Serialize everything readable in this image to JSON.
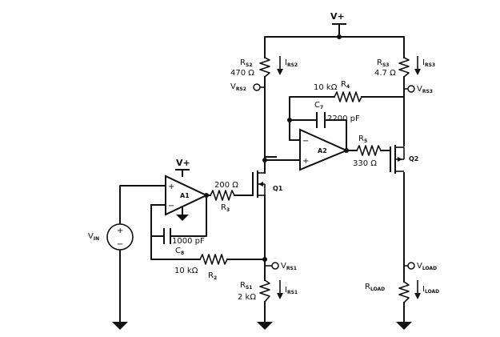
{
  "supply": {
    "main": "V+",
    "a1": "V+"
  },
  "components": {
    "rs2": {
      "ref": "R",
      "sub": "S2",
      "value": "470 Ω",
      "current": "I",
      "current_sub": "RS2",
      "node": "V",
      "node_sub": "RS2"
    },
    "rs3": {
      "ref": "R",
      "sub": "S3",
      "value": "4.7 Ω",
      "current": "I",
      "current_sub": "RS3",
      "node": "V",
      "node_sub": "RS3"
    },
    "r4": {
      "value": "10 kΩ",
      "ref": "R",
      "sub": "4"
    },
    "c7": {
      "ref": "C",
      "sub": "7",
      "value": "2200 pF"
    },
    "a2": {
      "ref": "A2"
    },
    "r5": {
      "ref": "R",
      "sub": "5",
      "value": "330 Ω"
    },
    "q2": {
      "ref": "Q2"
    },
    "q1": {
      "ref": "Q1"
    },
    "r3": {
      "value": "200 Ω",
      "ref": "R",
      "sub": "3"
    },
    "a1": {
      "ref": "A1"
    },
    "c8": {
      "value": "1000 pF",
      "ref": "C",
      "sub": "8"
    },
    "vin": {
      "ref": "V",
      "sub": "IN"
    },
    "r2": {
      "value": "10 kΩ",
      "ref": "R",
      "sub": "2"
    },
    "vrs1": {
      "node": "V",
      "node_sub": "RS1"
    },
    "rs1": {
      "ref": "R",
      "sub": "S1",
      "value": "2 kΩ",
      "current": "I",
      "current_sub": "RS1"
    },
    "vload": {
      "node": "V",
      "node_sub": "LOAD"
    },
    "rload": {
      "ref": "R",
      "sub": "LOAD",
      "current": "I",
      "current_sub": "LOAD"
    }
  },
  "opamp_signs": {
    "plus": "+",
    "minus": "−"
  }
}
